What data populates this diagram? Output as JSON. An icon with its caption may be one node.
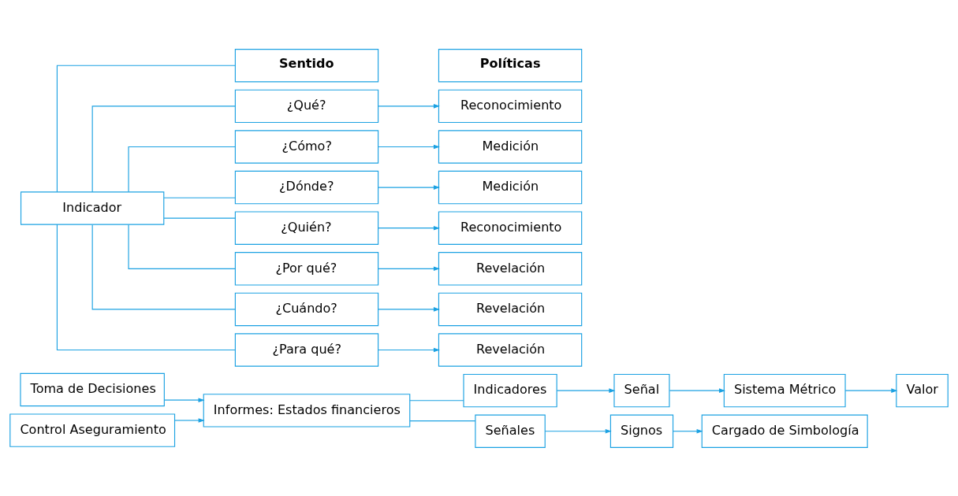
{
  "diagram": {
    "nodes": [
      {
        "text": [
          "Toma de Decisiones"
        ]
      },
      {
        "text": [
          "Control Aseguramiento"
        ]
      },
      {
        "text": [
          "Informes: Estados financieros"
        ]
      },
      {
        "text": [
          "Indicadores"
        ]
      },
      {
        "text": [
          "Señal"
        ]
      },
      {
        "text": [
          "Sistema Métrico"
        ]
      },
      {
        "text": [
          "Valor"
        ]
      },
      {
        "text": [
          "Señales"
        ]
      },
      {
        "text": [
          "Signos"
        ]
      },
      {
        "text": [
          "Cargado de Simbología"
        ]
      },
      {
        "text": [
          "Indicador"
        ]
      },
      {
        "text": [
          "Sentido"
        ]
      },
      {
        "text": [
          "Políticas"
        ]
      },
      {
        "text": [
          "¿Qué?"
        ]
      },
      {
        "text": [
          "Reconocimiento"
        ]
      },
      {
        "text": [
          "¿Cómo?"
        ]
      },
      {
        "text": [
          "Medición"
        ]
      },
      {
        "text": [
          "¿Dónde?"
        ]
      },
      {
        "text": [
          "Medición"
        ]
      },
      {
        "text": [
          "¿Quién?"
        ]
      },
      {
        "text": [
          "Reconocimiento"
        ]
      },
      {
        "text": [
          "¿Por qué?"
        ]
      },
      {
        "text": [
          "Revelación"
        ]
      },
      {
        "text": [
          "¿Cuándo?"
        ]
      },
      {
        "text": [
          "Revelación"
        ]
      },
      {
        "text": [
          "¿Para qué?"
        ]
      },
      {
        "text": [
          "Revelación"
        ]
      }
    ],
    "edges": [
      {
        "from": 0,
        "to": 2,
        "arrow": "to"
      },
      {
        "from": 1,
        "to": 2,
        "arrow": "to"
      },
      {
        "from": 2,
        "to": 3,
        "arrow": "none"
      },
      {
        "from": 2,
        "to": 7,
        "arrow": "none"
      },
      {
        "from": 3,
        "to": 4,
        "arrow": "to"
      },
      {
        "from": 4,
        "to": 5,
        "arrow": "to"
      },
      {
        "from": 5,
        "to": 6,
        "arrow": "to"
      },
      {
        "from": 7,
        "to": 8,
        "arrow": "to"
      },
      {
        "from": 8,
        "to": 9,
        "arrow": "to"
      },
      {
        "from": 10,
        "to": 11,
        "arrow": "none"
      },
      {
        "from": 10,
        "to": 13,
        "arrow": "none"
      },
      {
        "from": 10,
        "to": 15,
        "arrow": "none"
      },
      {
        "from": 10,
        "to": 17,
        "arrow": "none"
      },
      {
        "from": 10,
        "to": 19,
        "arrow": "none"
      },
      {
        "from": 10,
        "to": 21,
        "arrow": "none"
      },
      {
        "from": 10,
        "to": 23,
        "arrow": "none"
      },
      {
        "from": 10,
        "to": 25,
        "arrow": "none"
      },
      {
        "from": 13,
        "to": 14,
        "arrow": "to"
      },
      {
        "from": 15,
        "to": 16,
        "arrow": "to"
      },
      {
        "from": 17,
        "to": 18,
        "arrow": "to"
      },
      {
        "from": 19,
        "to": 20,
        "arrow": "to"
      },
      {
        "from": 21,
        "to": 22,
        "arrow": "to"
      },
      {
        "from": 23,
        "to": 24,
        "arrow": "to"
      },
      {
        "from": 25,
        "to": 26,
        "arrow": "to"
      }
    ]
  }
}
